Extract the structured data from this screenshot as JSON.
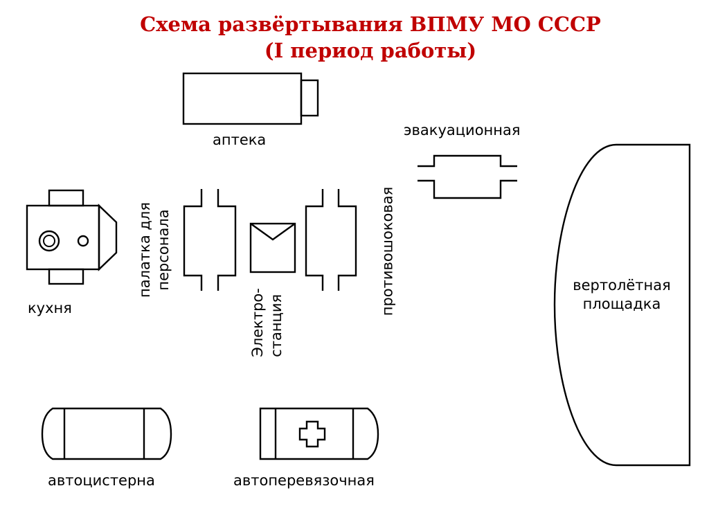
{
  "title": {
    "line1": "Схема развёртывания ВПМУ МО СССР",
    "line2": "(I период работы)",
    "color": "#c00000"
  },
  "labels": {
    "pharmacy": "аптека",
    "evacuation": "эвакуационная",
    "kitchen": "кухня",
    "staff_tent_line1": "палатка для",
    "staff_tent_line2": "персонала",
    "power_station_line1": "Электро-",
    "power_station_line2": "станция",
    "anti_shock": "противошоковая",
    "helipad_line1": "вертолётная",
    "helipad_line2": "площадка",
    "tanker": "автоцистерна",
    "dressing_vehicle": "автоперевязочная"
  },
  "icons": [
    "pharmacy-tent-icon",
    "evacuation-tent-icon",
    "field-kitchen-icon",
    "staff-tent-icon",
    "power-station-icon",
    "anti-shock-tent-icon",
    "helipad-icon",
    "tanker-truck-icon",
    "dressing-vehicle-icon"
  ]
}
